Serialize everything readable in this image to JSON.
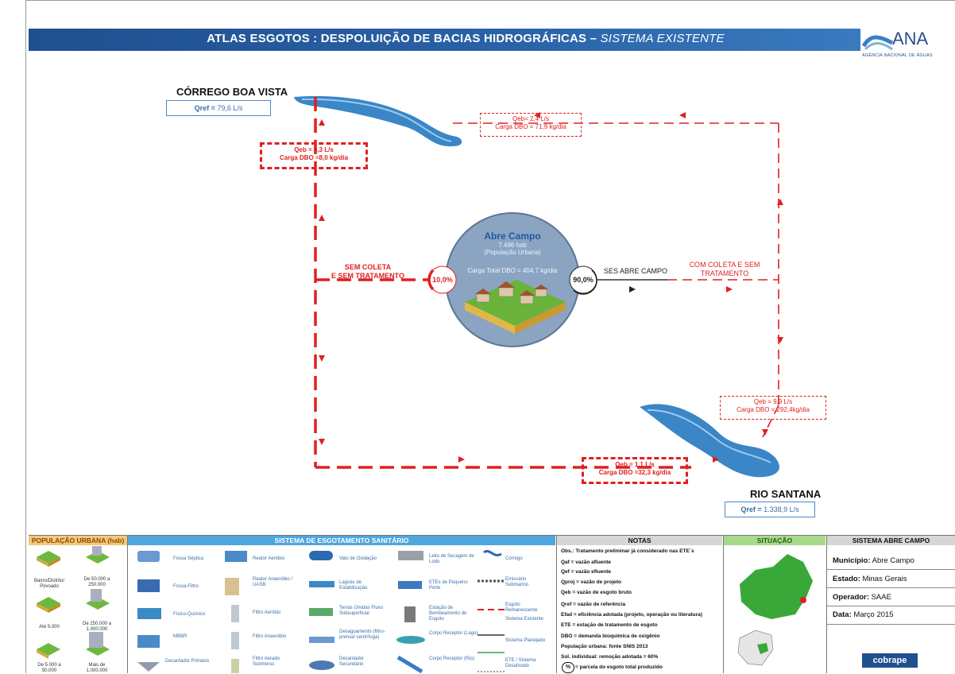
{
  "header": {
    "title": "ATLAS ESGOTOS : DESPOLUIÇÃO DE BACIAS HIDROGRÁFICAS –",
    "subtitle": "SISTEMA EXISTENTE",
    "logo_text": "ANA",
    "logo_sub": "AGÊNCIA NACIONAL DE ÁGUAS"
  },
  "nodes": {
    "corrego": {
      "name": "CÓRREGO BOA VISTA",
      "qref_label": "Qref =",
      "qref_value": "79,6 L/s"
    },
    "rio": {
      "name": "RIO SANTANA",
      "qref_label": "Qref =",
      "qref_value": "1.338,9 L/s"
    }
  },
  "flows": {
    "upper_right": {
      "line1": "Qeb= 2,4 L/s",
      "line2": "Carga DBO = 71,9 kg/dia"
    },
    "upper_left": {
      "line1": "Qeb = 0,3 L/s",
      "line2": "Carga DBO =8,0 kg/dia"
    },
    "lower_right": {
      "line1": "Qeb = 9,9 L/s",
      "line2": "Carga DBO = 292,4kg/dia"
    },
    "lower_center": {
      "line1": "Qeb = 1,1 L/s",
      "line2": "Carga DBO =32,3 kg/dia"
    }
  },
  "labels": {
    "sem_coleta": {
      "line1": "SEM COLETA",
      "line2": "E SEM TRATAMENTO"
    },
    "com_coleta": {
      "line1": "COM COLETA E SEM",
      "line2": "TRATAMENTO"
    },
    "pct_left": "10,0%",
    "pct_right": "90,0%",
    "ses": "SES ABRE CAMPO"
  },
  "municipio": {
    "name": "Abre Campo",
    "population": "7.496 hab",
    "population_note": "(População Urbana)",
    "carga_total": "Carga Total DBO = 404,7 kg/dia"
  },
  "legend": {
    "pop_header": "POPULAÇÃO URBANA (hab)",
    "pop_items": [
      "Bairro/Distrito/ Povoado",
      "De 50.000 a 250.000",
      "Até 5.000",
      "De 250.000 a 1.000.000",
      "De 5.000 a 50.000",
      "Mais de 1.000.000"
    ],
    "sys_header": "SISTEMA DE ESGOTAMENTO SANITÁRIO",
    "sys_items": [
      "Fossa Séptica",
      "Reator Aeróbio",
      "Valo de Oxidação",
      "Leito de Secagem de Lodo",
      "Córrego",
      "Fossa-Filtro",
      "Reator Anaeróbio / UASB",
      "Lagoas de Estabilização",
      "ETEs de Pequeno Porte",
      "Emissário Submarino",
      "Físico-Químico",
      "Filtro Aeróbio",
      "Terras Úmidas Fluxo Subsuperficial",
      "Estação de Bombeamento de Esgoto",
      "Esgoto Remanescente",
      "MBBR",
      "Filtro Anaeróbio",
      "Desaguamento (filtro-prensa/ centrífuga)",
      "Corpo Receptor (Lago)",
      "Sistema Existente",
      "Decantador Primário",
      "Filtro Aerado Submerso",
      "Decantador Secundário",
      "Corpo Receptor (Rio)",
      "Sistema Planejado",
      "ETE / Sistema Desativado"
    ],
    "notes_header": "NOTAS",
    "notes": [
      "Obs.: Tratamento preliminar já considerado nas ETE´s",
      "Qaf = vazão afluente",
      "Qef = vazão efluente",
      "Qproj = vazão de projeto",
      "Qeb = vazão de esgoto bruto",
      "Qref = vazão de referência",
      "Efad = eficiência adotada (projeto, operação ou literatura)",
      "ETE = estação de tratamento de esgoto",
      "DBO = demanda bioquímica de oxigênio",
      "População urbana: fonte SNIS 2013",
      "Sol. individual: remoção adotada = 60%",
      "= parcela do esgoto total produzido"
    ],
    "pct_symbol": "%",
    "situacao_header": "SITUAÇÃO",
    "system_header": "SISTEMA ABRE CAMPO",
    "system_fields": {
      "municipio_label": "Município:",
      "municipio": "Abre Campo",
      "estado_label": "Estado:",
      "estado": "Minas Gerais",
      "operador_label": "Operador:",
      "operador": "SAAE",
      "data_label": "Data:",
      "data": "Março 2015"
    },
    "cobrape": "cobrape"
  },
  "colors": {
    "accent_red": "#e02020",
    "header_blue": "#1f4f8f",
    "river_blue": "#2f7fc4"
  }
}
